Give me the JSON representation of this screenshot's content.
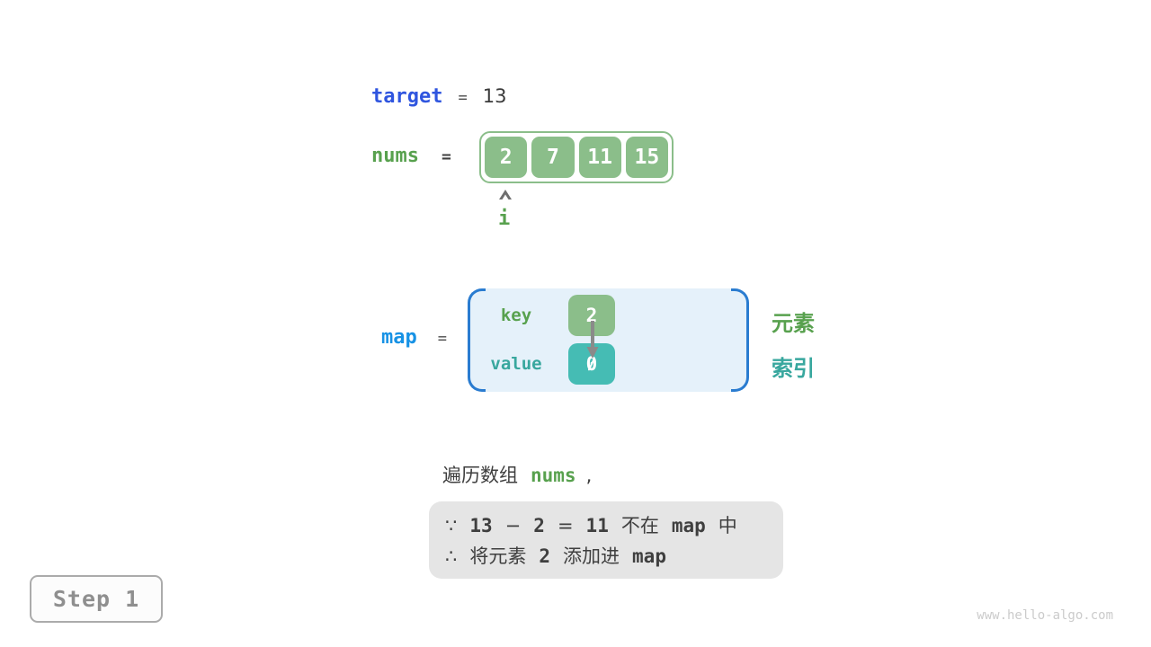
{
  "colors": {
    "green_box": "#8BBE8A",
    "teal_box": "#45BCB4",
    "green_text": "#58A14E",
    "teal_text": "#38A79E",
    "indigo_text": "#2F55DF",
    "azure_text": "#1792E5",
    "dark_text": "#3F3F3F",
    "map_fill": "#E5F1FA",
    "map_border": "#2A7CD0",
    "note_bg": "#E5E5E5"
  },
  "target_line": {
    "label": "target",
    "equals": "=",
    "value": "13"
  },
  "nums_line": {
    "label": "nums",
    "equals": "="
  },
  "array": {
    "values": [
      "2",
      "7",
      "11",
      "15"
    ]
  },
  "pointer": {
    "label": "i"
  },
  "map_line": {
    "label": "map",
    "equals": "="
  },
  "map": {
    "key_label": "key",
    "key_value": "2",
    "value_label": "value",
    "value_value": "0"
  },
  "legend": {
    "element_label": "元素",
    "index_label": "索引"
  },
  "sentence": {
    "prefix": "遍历数组",
    "code": "nums",
    "comma": ","
  },
  "note": {
    "line1": [
      {
        "t": "∵",
        "c": "dark",
        "m": false
      },
      {
        "t": "13",
        "c": "indigo",
        "m": true
      },
      {
        "t": "−",
        "c": "dark",
        "m": false
      },
      {
        "t": "2",
        "c": "green",
        "m": true
      },
      {
        "t": "=",
        "c": "dark",
        "m": false
      },
      {
        "t": "11",
        "c": "green",
        "m": true
      },
      {
        "t": "不在",
        "c": "dark",
        "m": false
      },
      {
        "t": "map",
        "c": "azure",
        "m": true
      },
      {
        "t": "中",
        "c": "dark",
        "m": false
      }
    ],
    "line2": [
      {
        "t": "∴",
        "c": "dark",
        "m": false
      },
      {
        "t": "将元素",
        "c": "dark",
        "m": false
      },
      {
        "t": "2",
        "c": "green",
        "m": true
      },
      {
        "t": "添加进",
        "c": "dark",
        "m": false
      },
      {
        "t": "map",
        "c": "azure",
        "m": true
      }
    ]
  },
  "step": {
    "label": "Step 1"
  },
  "watermark": "www.hello-algo.com"
}
